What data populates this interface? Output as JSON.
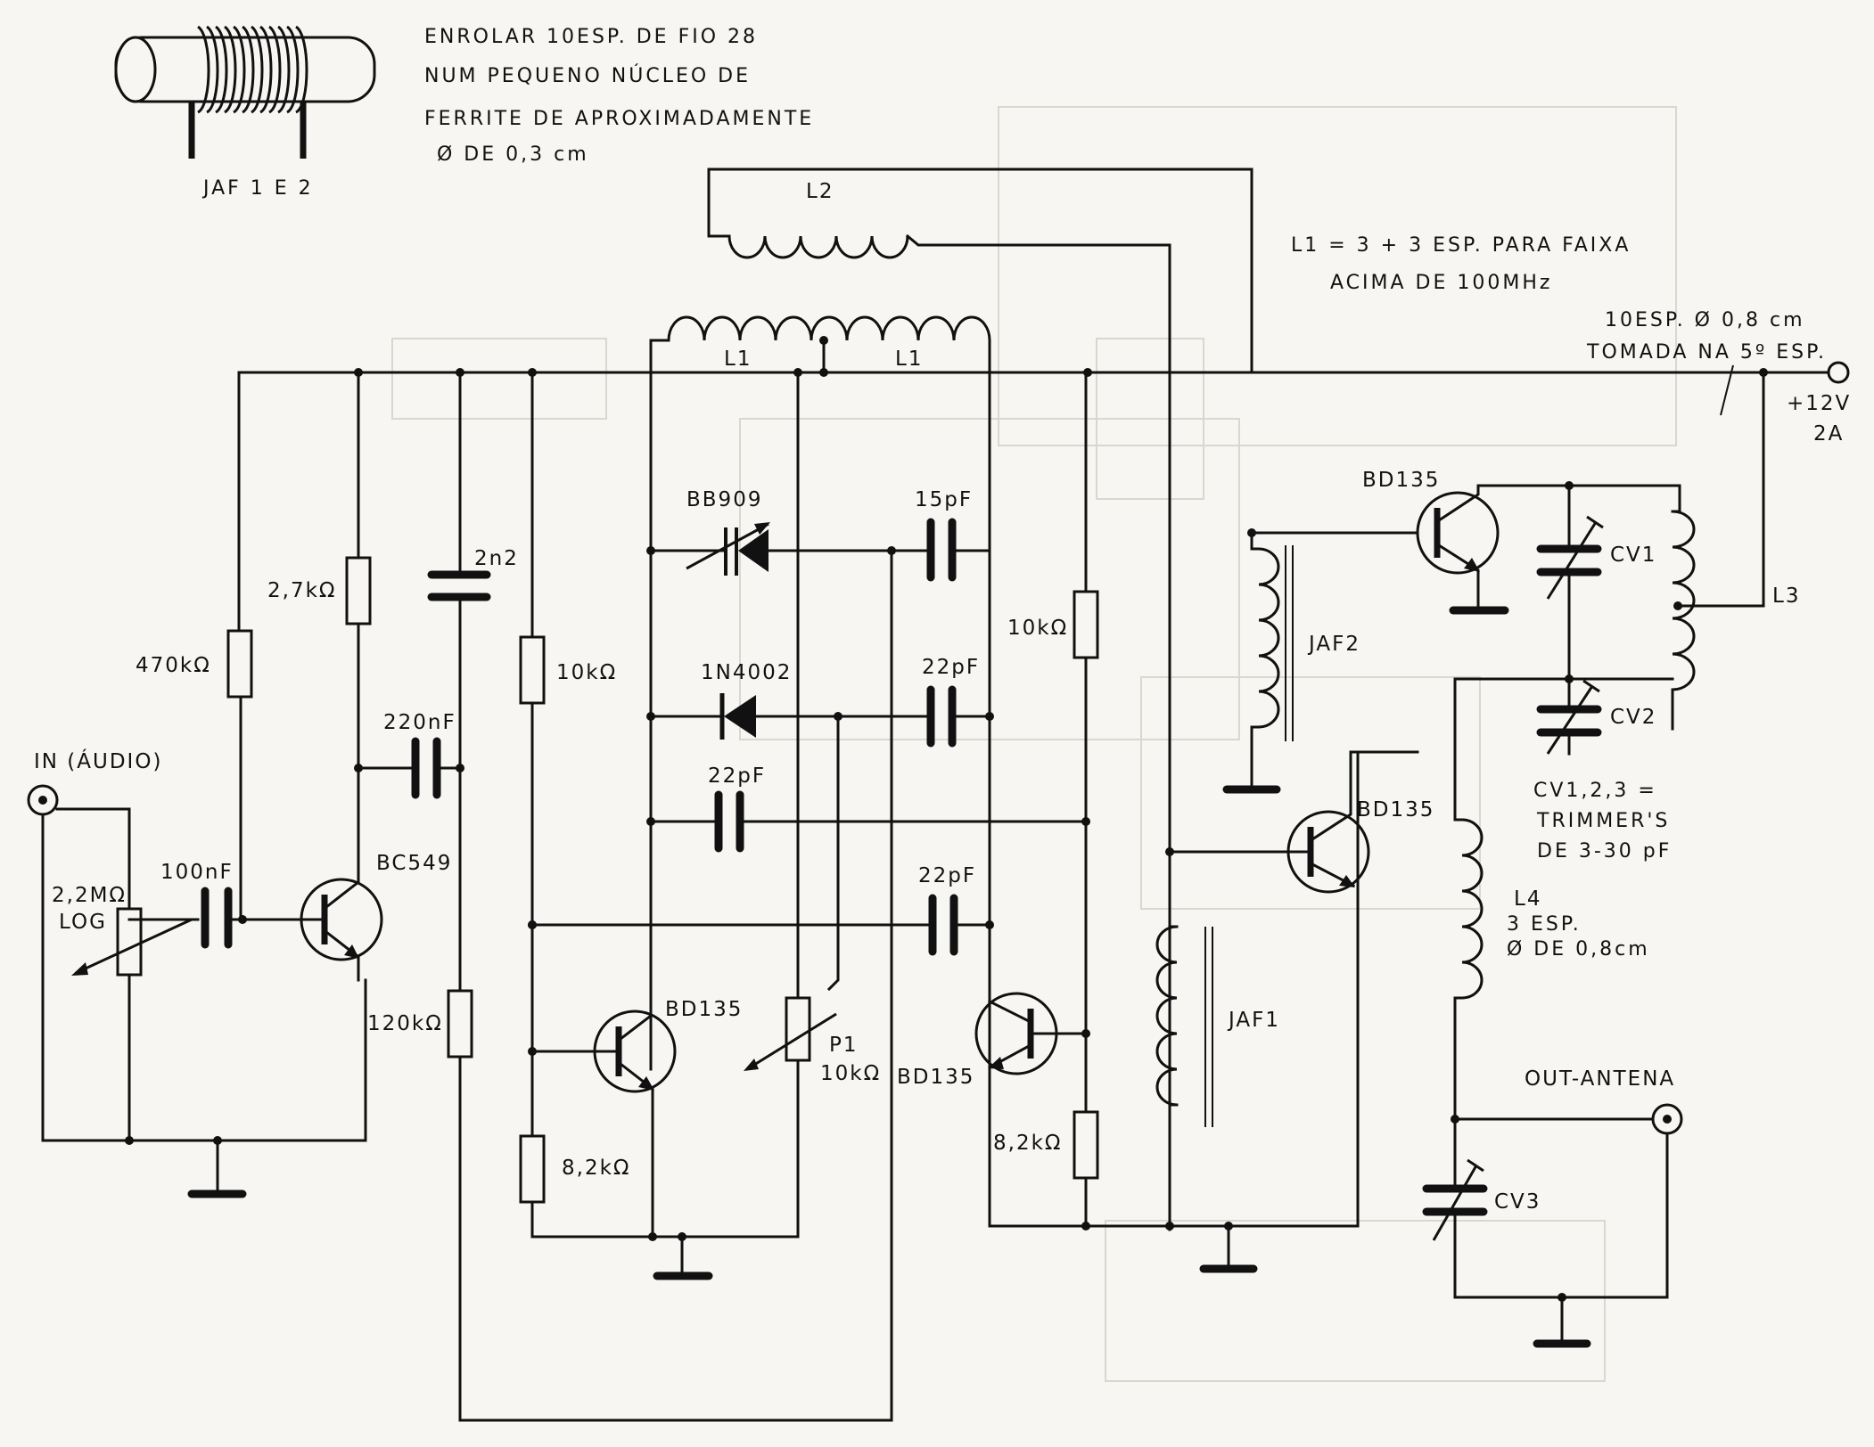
{
  "notes": {
    "winding_1": "ENROLAR 10ESP. DE FIO 28",
    "winding_2": "NUM PEQUENO NÚCLEO DE",
    "winding_3": "FERRITE DE APROXIMADAMENTE",
    "winding_4": "Ø DE 0,3 cm",
    "jaf_caption": "JAF 1 E 2",
    "l1_note_1": "L1 = 3 + 3 ESP. PARA FAIXA",
    "l1_note_2": "ACIMA DE 100MHz",
    "l3_note_1": "10ESP. Ø 0,8 cm",
    "l3_note_2": "TOMADA NA 5º ESP.",
    "cv_note_1": "CV1,2,3 =",
    "cv_note_2": "TRIMMER'S",
    "cv_note_3": "DE 3-30 pF",
    "l4_note_1": "3 ESP.",
    "l4_note_2": "Ø DE 0,8cm"
  },
  "power": {
    "voltage": "+12V",
    "current": "2A"
  },
  "io": {
    "input": "IN (ÁUDIO)",
    "output": "OUT-ANTENA"
  },
  "components": {
    "l2": "L2",
    "l1_left": "L1",
    "l1_right": "L1",
    "r_470k": "470kΩ",
    "r_2k7": "2,7kΩ",
    "c_2n2": "2n2",
    "c_220nf": "220nF",
    "c_100nf": "100nF",
    "pot_2m2_a": "2,2MΩ",
    "pot_2m2_b": "LOG",
    "q_bc549": "BC549",
    "r_120k": "120kΩ",
    "r_10k_a": "10kΩ",
    "d_bb909": "BB909",
    "c_15pf": "15pF",
    "d_1n4002": "1N4002",
    "c_22pf_a": "22pF",
    "c_22pf_b": "22pF",
    "c_22pf_c": "22pF",
    "r_10k_b": "10kΩ",
    "q_bd135_a": "BD135",
    "p1_a": "P1",
    "p1_b": "10kΩ",
    "q_bd135_b": "BD135",
    "r_8k2_a": "8,2kΩ",
    "r_8k2_b": "8,2kΩ",
    "jaf2": "JAF2",
    "jaf1": "JAF1",
    "q_bd135_top": "BD135",
    "q_bd135_mid": "BD135",
    "cv1": "CV1",
    "cv2": "CV2",
    "cv3": "CV3",
    "l3": "L3",
    "l4": "L4"
  }
}
